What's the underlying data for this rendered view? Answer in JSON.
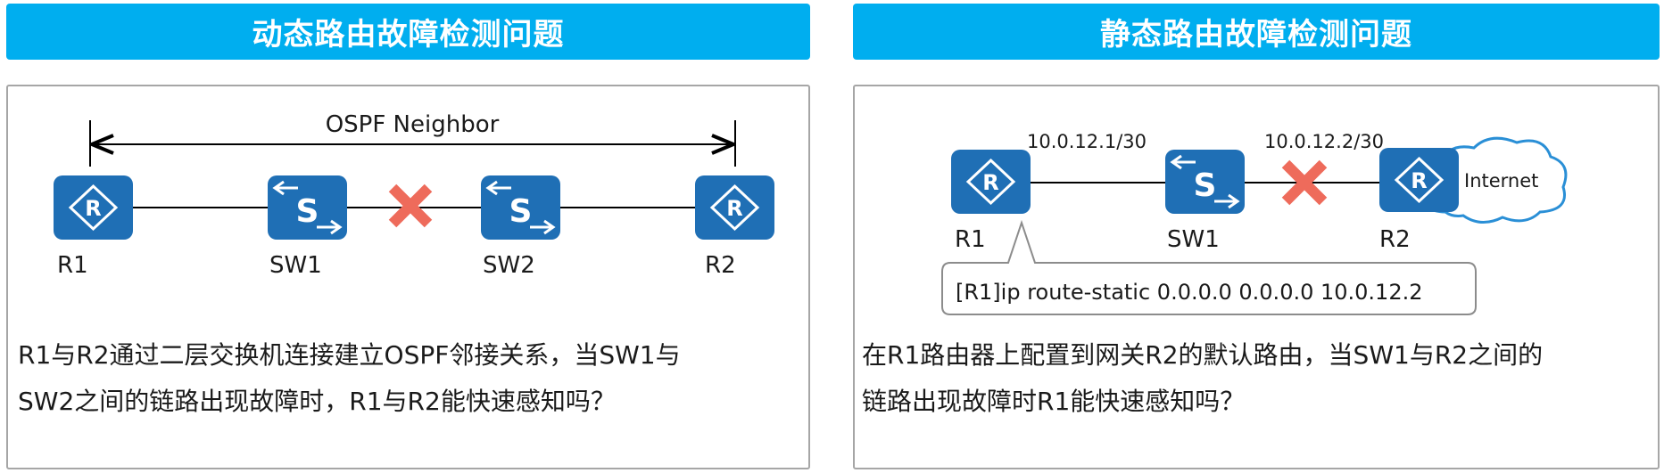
{
  "left": {
    "title": "动态路由故障检测问题",
    "ospf_label": "OSPF Neighbor",
    "devices": [
      {
        "name": "R1",
        "type": "router"
      },
      {
        "name": "SW1",
        "type": "switch"
      },
      {
        "name": "SW2",
        "type": "switch"
      },
      {
        "name": "R2",
        "type": "router"
      }
    ],
    "failure": "SW1-SW2",
    "description": [
      "R1与R2通过二层交换机连接建立OSPF邻接关系，当SW1与",
      "SW2之间的链路出现故障时，R1与R2能快速感知吗？"
    ]
  },
  "right": {
    "title": "静态路由故障检测问题",
    "ip_r1": "10.0.12.1/30",
    "ip_r2": "10.0.12.2/30",
    "internet_label": "Internet",
    "devices": [
      {
        "name": "R1",
        "type": "router"
      },
      {
        "name": "SW1",
        "type": "switch"
      },
      {
        "name": "R2",
        "type": "router"
      }
    ],
    "failure": "SW1-R2",
    "callout": "[R1]ip route-static 0.0.0.0 0.0.0.0 10.0.12.2",
    "description": [
      "在R1路由器上配置到网关R2的默认路由，当SW1与R2之间的",
      "链路出现故障时R1能快速感知吗？"
    ]
  },
  "colors": {
    "header": "#00aeef",
    "device": "#1f6fb5",
    "failure": "#ee6b5b",
    "cloud_stroke": "#2a8fd6",
    "border": "#a6a6a6"
  }
}
